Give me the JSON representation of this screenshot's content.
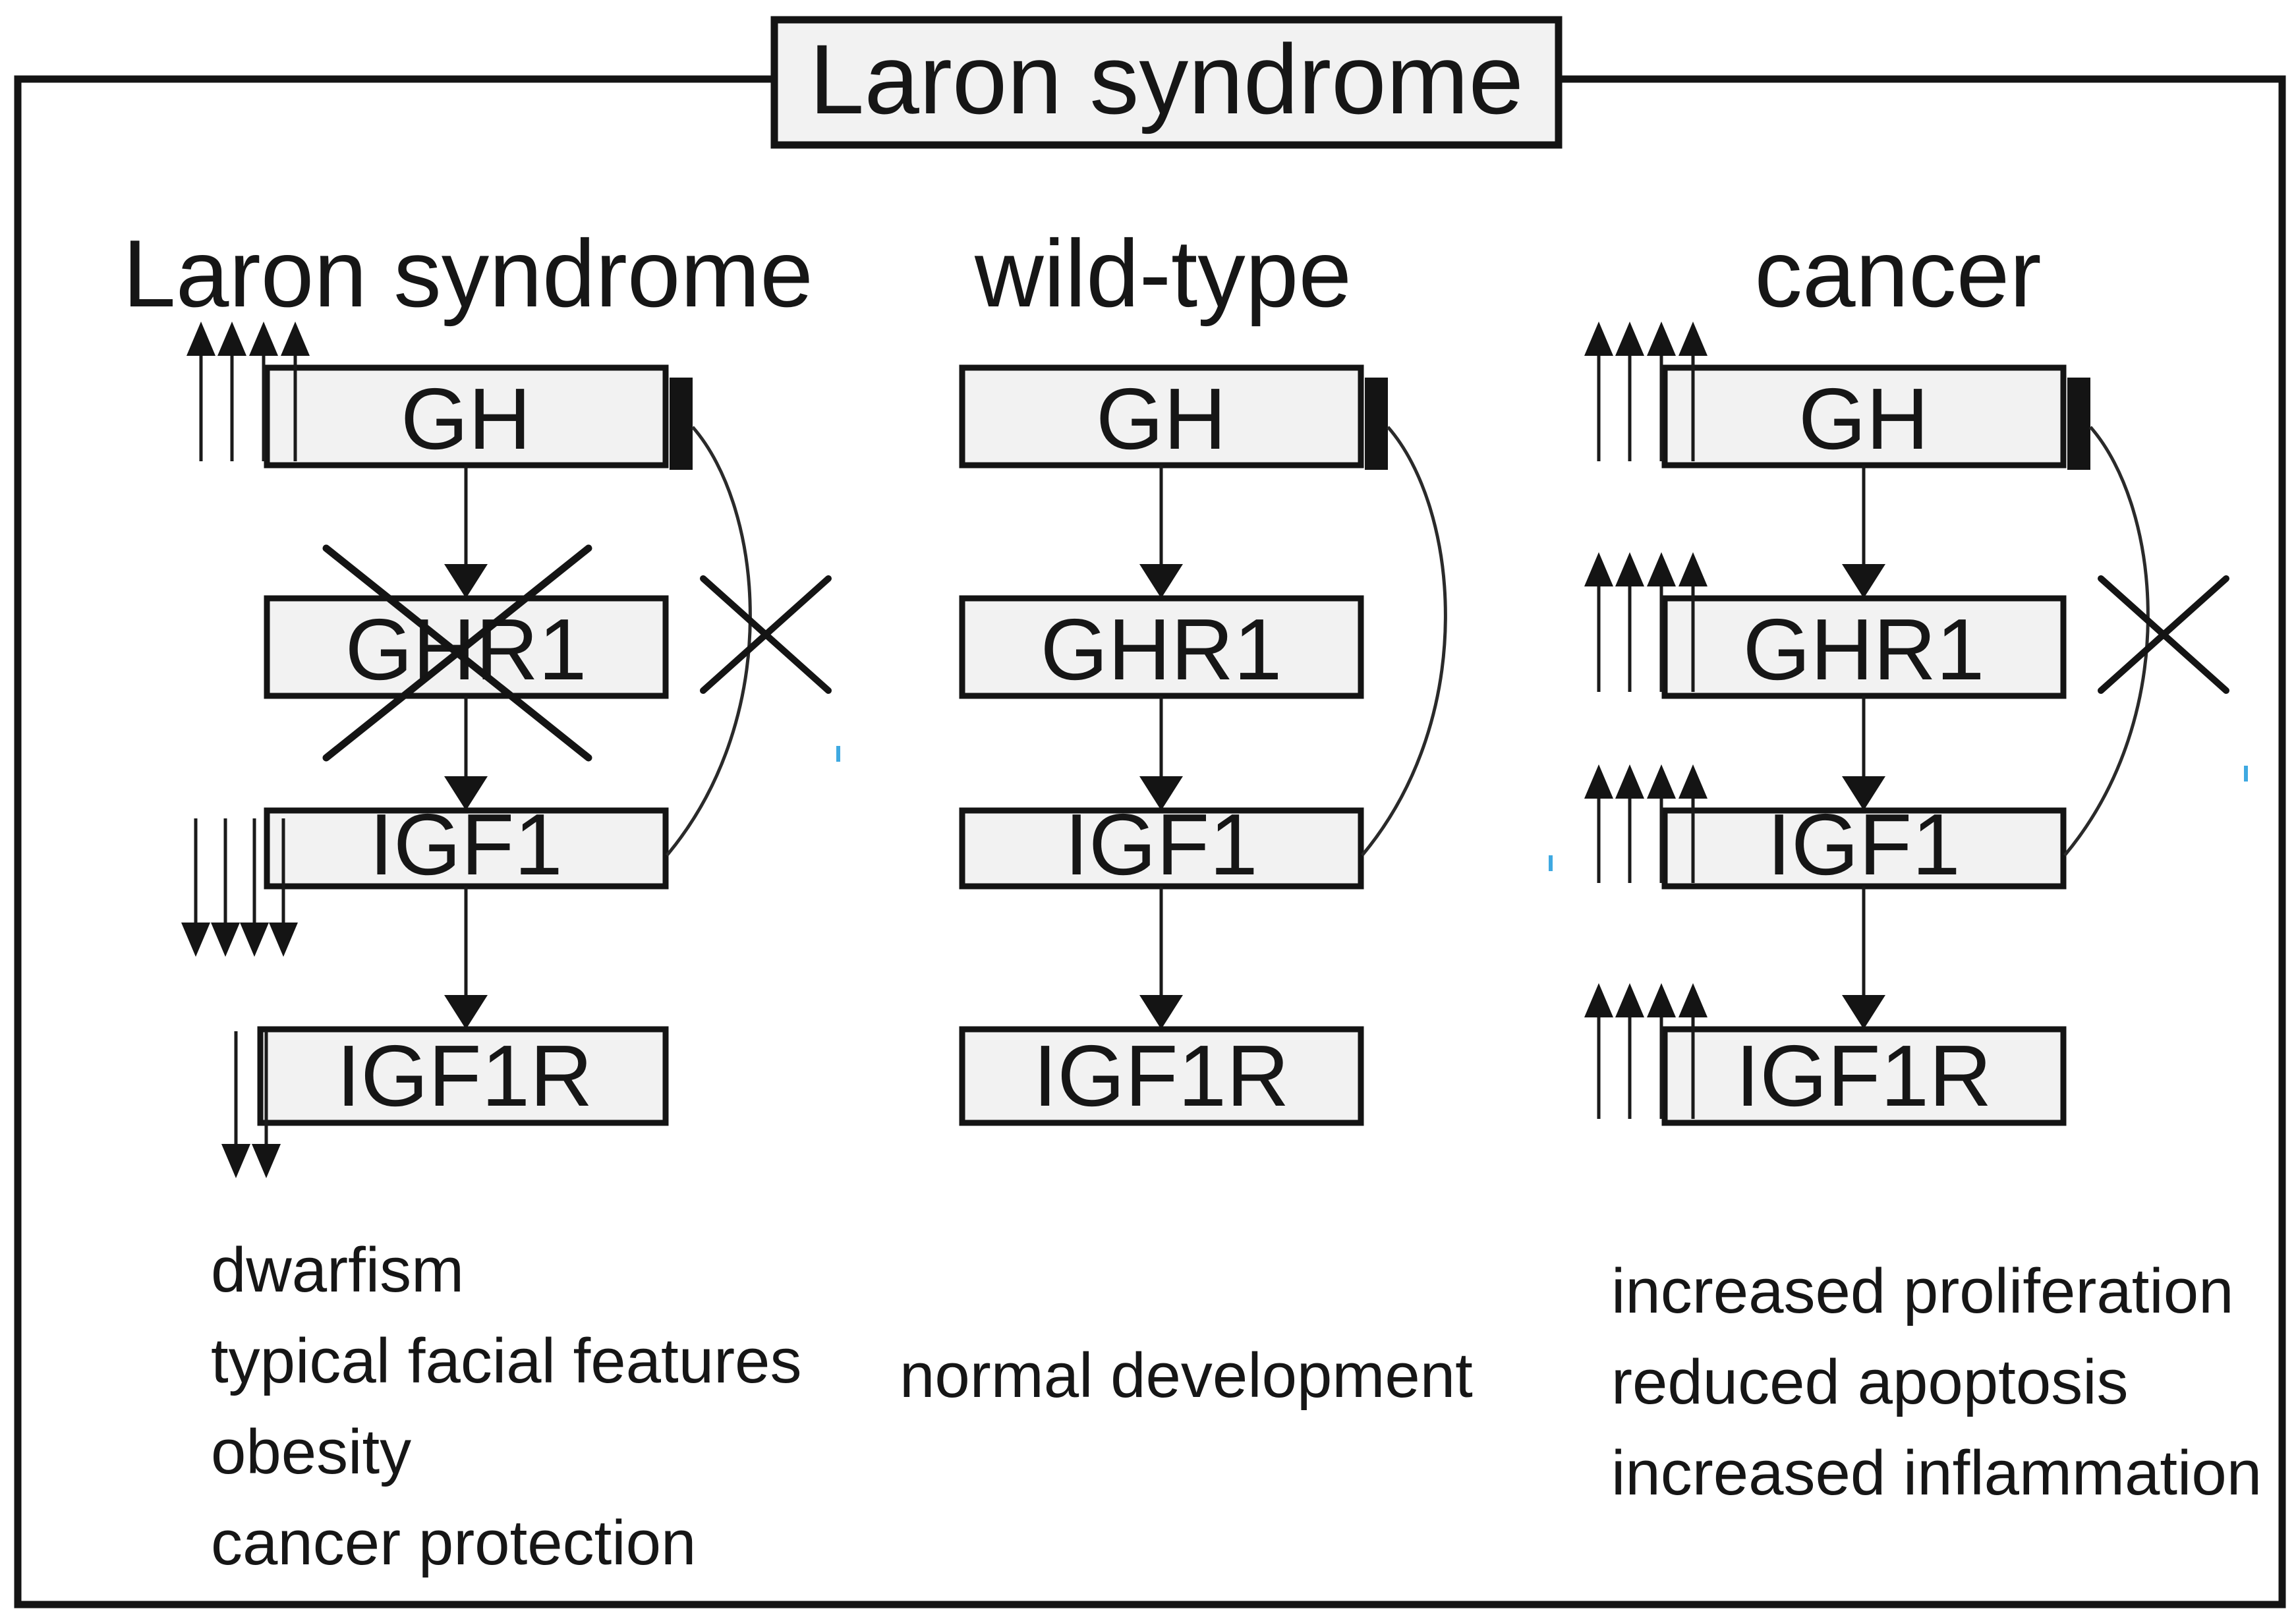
{
  "figure": {
    "title": "Laron syndrome",
    "columns": [
      {
        "id": "laron-syndrome",
        "header": "Laron syndrome",
        "boxes": [
          "GH",
          "GHR1",
          "IGF1",
          "IGF1R"
        ],
        "outcomes": [
          "dwarfism",
          "typical facial features",
          "obesity",
          "cancer protection"
        ]
      },
      {
        "id": "wild-type",
        "header": "wild-type",
        "boxes": [
          "GH",
          "GHR1",
          "IGF1",
          "IGF1R"
        ],
        "outcomes": [
          "normal development"
        ]
      },
      {
        "id": "cancer",
        "header": "cancer",
        "boxes": [
          "GH",
          "GHR1",
          "IGF1",
          "IGF1R"
        ],
        "outcomes": [
          "increased proliferation",
          "reduced apoptosis",
          "increased inflammation"
        ]
      }
    ],
    "colors": {
      "box_fill": "#f2f2f2",
      "line": "#141414",
      "background": "#ffffff",
      "artifact_blue": "#3fa9e1"
    }
  }
}
